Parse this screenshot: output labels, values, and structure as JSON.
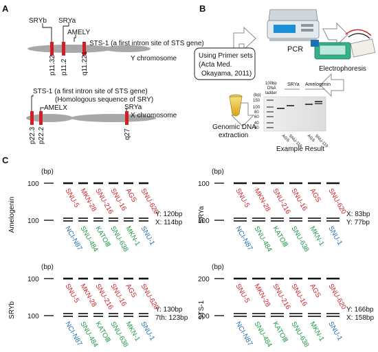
{
  "colors": {
    "red": "#d11f26",
    "blue": "#1f6fb3",
    "green": "#1f9a48",
    "black": "#111111",
    "chromosome": "#a8a8a8"
  },
  "panel_a": {
    "label": "A",
    "y_chromosome": {
      "name": "Y chromosome",
      "bands": [
        "p11.32",
        "p11.2",
        "q11.221"
      ],
      "markers": [
        "SRYb",
        "SRYa",
        "AMELY",
        "STS-1 (a first intron site of STS gene)"
      ]
    },
    "x_chromosome": {
      "name": "X chromosome",
      "bands": [
        "p22.3",
        "p22.2",
        "q27"
      ],
      "markers": [
        "STS-1 (a first intron site of STS gene)",
        "(Homologous sequence of SRY)",
        "AMELX",
        "SRYa"
      ]
    }
  },
  "panel_b": {
    "label": "B",
    "pcr_label": "PCR",
    "electrophoresis_label": "Electrophoresis",
    "primer_note": [
      "Using Primer sets",
      "(Acta Med.",
      "Okayama, 2011)"
    ],
    "dna_label": [
      "Genomic DNA",
      "extraction"
    ],
    "result_label": "Example Result",
    "gel": {
      "ladder_header": [
        "100bp",
        "DNA",
        "ladder"
      ],
      "unit": "(bp)",
      "group_labels": [
        "SRYa",
        "Amelogenin"
      ],
      "lane_labels": [
        "AGS",
        "SNU-119",
        "AGS",
        "SNU-119"
      ],
      "ticks": [
        "150",
        "100",
        "80",
        "60",
        "40",
        "30"
      ]
    }
  },
  "panel_c": {
    "label": "C",
    "unit": "(bp)",
    "top_row_lines": [
      "SNU-5",
      "MKN-28",
      "SNU-216",
      "SNU-16",
      "AGS",
      "SNU-620"
    ],
    "bottom_row_lines": [
      {
        "name": "NCI-N87",
        "color": "blue"
      },
      {
        "name": "SNU-484",
        "color": "green"
      },
      {
        "name": "KATOⅢ",
        "color": "green"
      },
      {
        "name": "SNU-638",
        "color": "green"
      },
      {
        "name": "MKN-1",
        "color": "green"
      },
      {
        "name": "SNU-1",
        "color": "blue"
      }
    ],
    "gels": [
      {
        "name": "Amelogenin",
        "tick_top": "100",
        "tick_bottom": "100",
        "bands": [
          "Y: 120bp",
          "X: 114bp"
        ]
      },
      {
        "name": "SRYa",
        "tick_top": "100",
        "tick_bottom": "100",
        "bands": [
          "X: 83bp",
          "Y: 77bp"
        ]
      },
      {
        "name": "SRYb",
        "tick_top": "100",
        "tick_bottom": "100",
        "bands": [
          "Y: 130bp",
          "7th: 123bp"
        ]
      },
      {
        "name": "STS-1",
        "tick_top": "200",
        "tick_bottom": "200",
        "bands": [
          "Y: 166bp",
          "X: 158bp"
        ]
      }
    ]
  }
}
